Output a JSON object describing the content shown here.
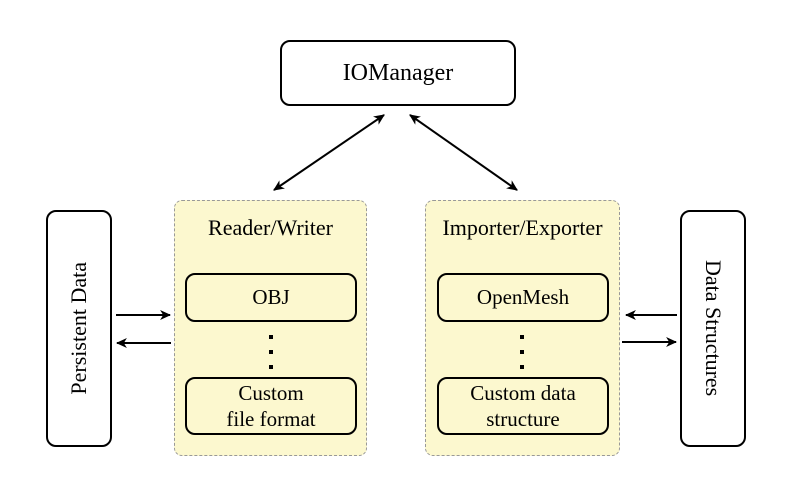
{
  "iomanager": {
    "label": "IOManager"
  },
  "reader_writer": {
    "title": "Reader/Writer",
    "item_top": "OBJ",
    "item_bottom": "Custom\nfile format"
  },
  "importer_exporter": {
    "title": "Importer/Exporter",
    "item_top": "OpenMesh",
    "item_bottom": "Custom data\nstructure"
  },
  "persistent_data": {
    "label": "Persistent Data"
  },
  "data_structures": {
    "label": "Data Structures"
  },
  "colors": {
    "background": "#ffffff",
    "group_fill": "#fcf8cf",
    "group_border": "#999999",
    "node_border": "#000000",
    "arrow": "#000000",
    "text": "#000000"
  }
}
